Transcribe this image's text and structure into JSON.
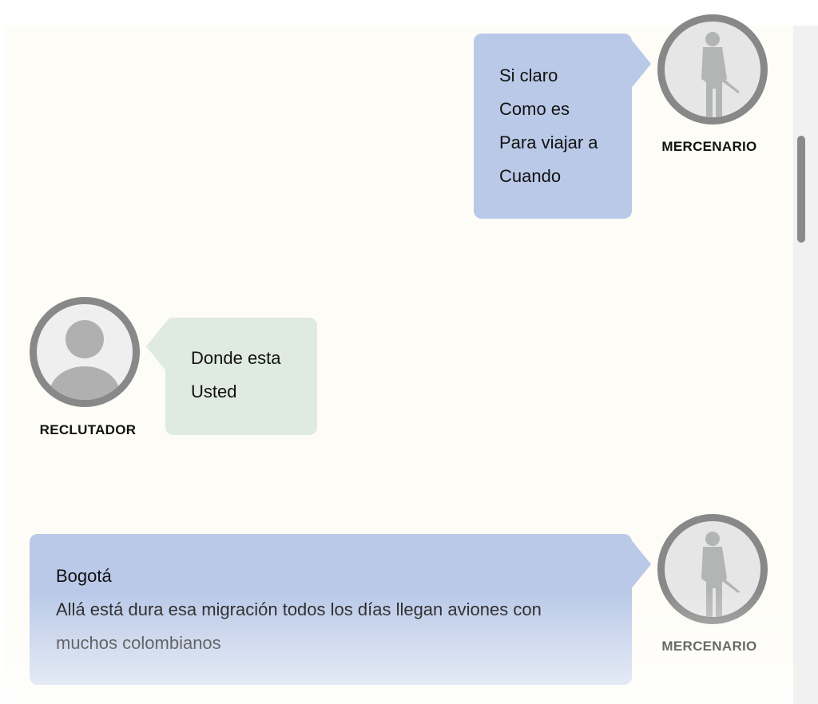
{
  "messages": [
    {
      "speaker": "MERCENARIO",
      "lines": [
        "Si claro",
        "Como es",
        "Para viajar a",
        "Cuando"
      ]
    },
    {
      "speaker": "RECLUTADOR",
      "lines": [
        "Donde esta",
        "Usted"
      ]
    },
    {
      "speaker": "MERCENARIO",
      "lines": [
        "Bogotá",
        "Allá está dura esa migración todos los días llegan aviones con",
        "muchos colombianos"
      ]
    }
  ],
  "colors": {
    "mercenario_bubble": "#b9c9e7",
    "reclutador_bubble": "#dfeae0",
    "avatar_ring": "#888888"
  }
}
